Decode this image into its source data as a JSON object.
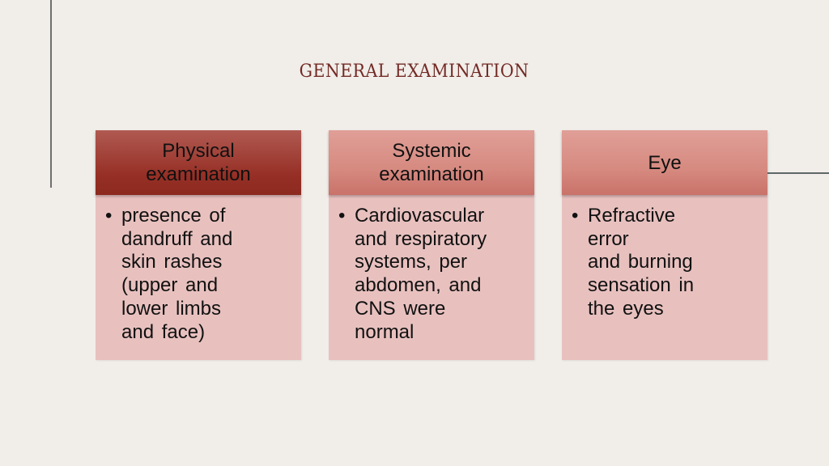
{
  "slide": {
    "title": "GENERAL EXAMINATION",
    "colors": {
      "background": "#f1ede9",
      "title": "#722a25",
      "header_dark": "#962f25",
      "header_light": "#d68a80",
      "body": "#e8c1bf"
    },
    "columns": [
      {
        "header": "Physical\nexamination",
        "bullet": "•",
        "text": "presence of\ndandruff and\nskin rashes\n(upper and\nlower limbs\nand face)"
      },
      {
        "header": "Systemic\nexamination",
        "bullet": "•",
        "text": "Cardiovascular\nand respiratory\nsystems, per\nabdomen, and\nCNS were\nnormal"
      },
      {
        "header": "Eye",
        "bullet": "•",
        "text": "Refractive\nerror\nand burning\nsensation in\nthe eyes"
      }
    ]
  }
}
